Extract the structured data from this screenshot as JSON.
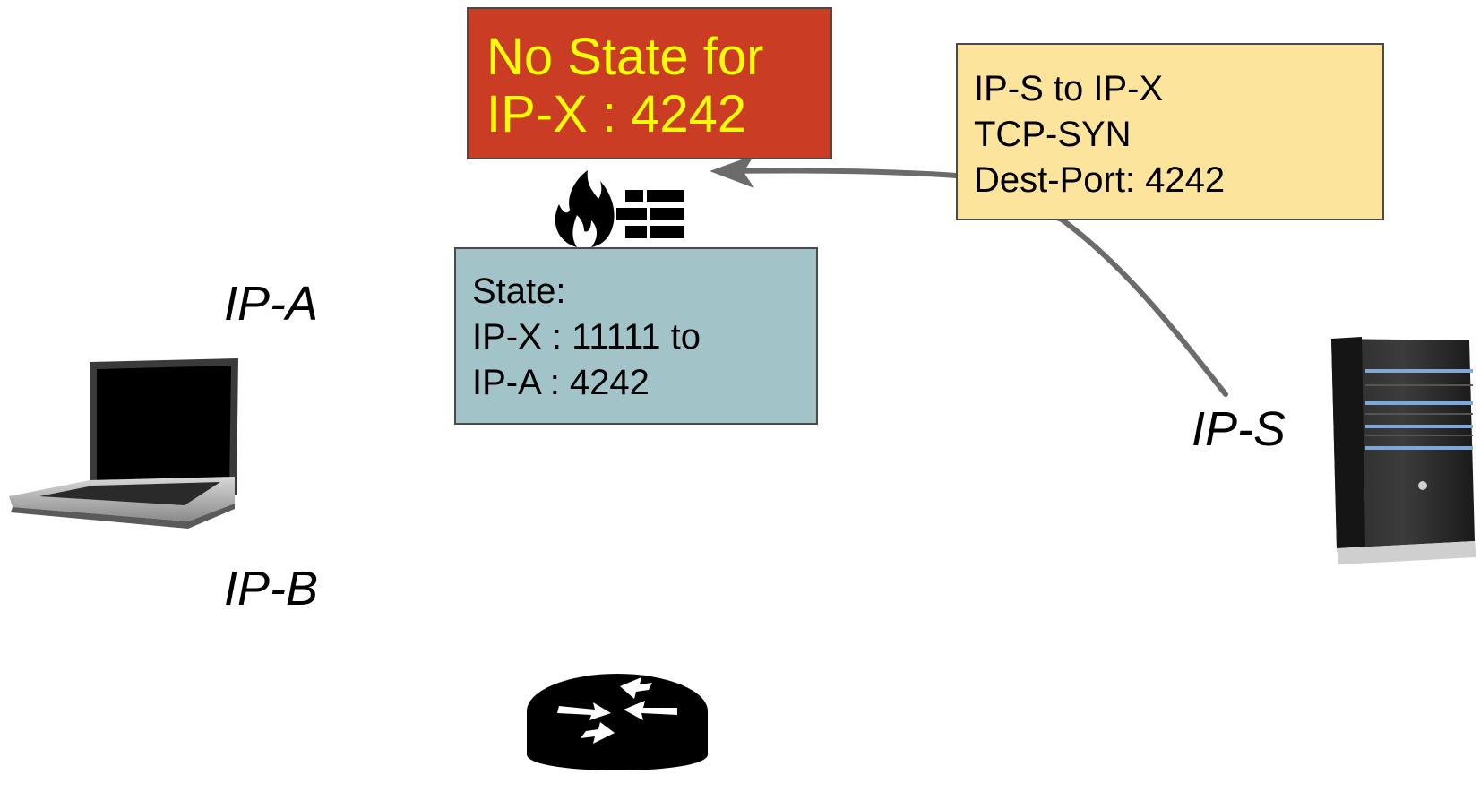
{
  "colors": {
    "no_state_fill": "#cb3c24",
    "no_state_text": "#ffff00",
    "packet_fill": "#fde49c",
    "state_fill": "#a2c3c8",
    "arrow": "#6b6b6b"
  },
  "icons": {
    "firewall": "firewall-icon",
    "laptop": "laptop-icon",
    "server": "server-icon",
    "router": "router-icon"
  },
  "no_state_box": {
    "lines": [
      "No State for",
      "IP-X : 4242"
    ]
  },
  "packet_box": {
    "lines": [
      "IP-S to IP-X",
      "TCP-SYN",
      "Dest-Port: 4242"
    ]
  },
  "state_box": {
    "lines": [
      "State:",
      "IP-X : 11111 to",
      "IP-A : 4242"
    ]
  },
  "labels": {
    "ip_a": "IP-A",
    "ip_b": "IP-B",
    "ip_s": "IP-S"
  }
}
